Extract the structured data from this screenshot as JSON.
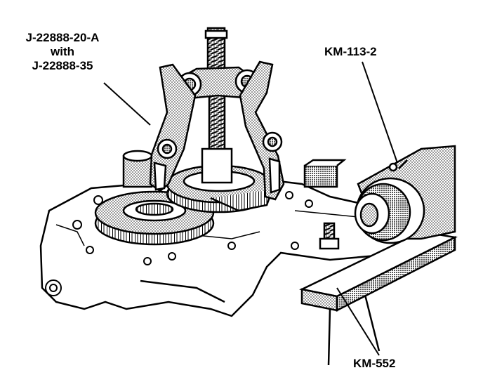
{
  "labels": {
    "puller_line1": "J-22888-20-A",
    "puller_line2": "with",
    "puller_line3": "J-22888-35",
    "adapter": "KM-113-2",
    "fixture": "KM-552"
  },
  "colors": {
    "ink": "#000000",
    "paper": "#ffffff",
    "stipple": "#555555"
  }
}
